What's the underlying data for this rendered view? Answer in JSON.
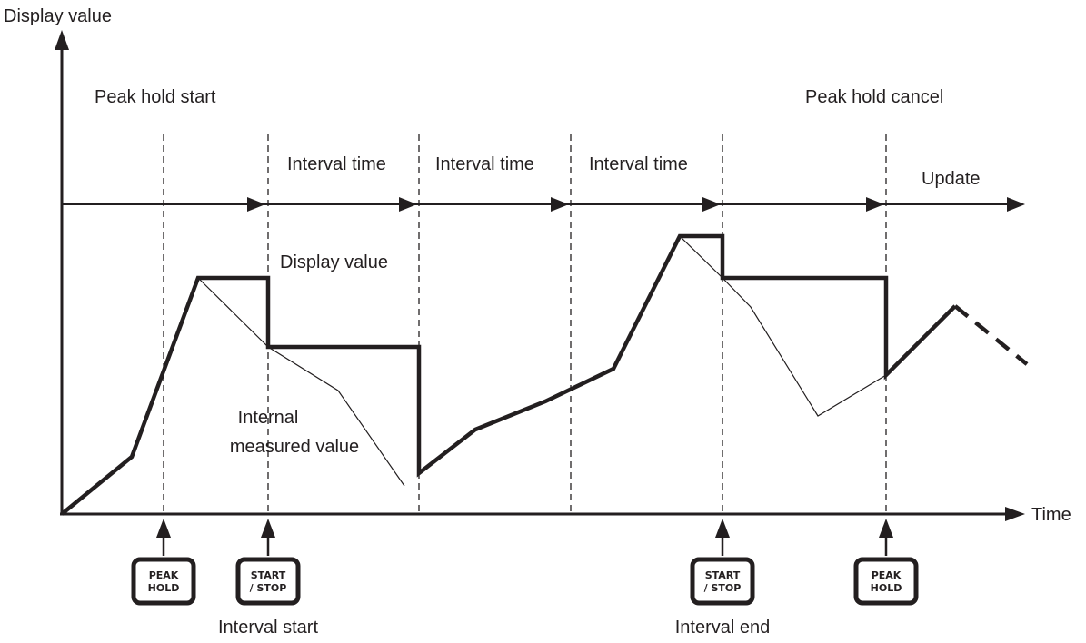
{
  "axes": {
    "y_label": "Display value",
    "x_label": "Time"
  },
  "annotations": {
    "peak_hold_start": "Peak hold start",
    "peak_hold_cancel": "Peak hold cancel",
    "interval_time_1": "Interval time",
    "interval_time_2": "Interval time",
    "interval_time_3": "Interval time",
    "update": "Update",
    "display_value": "Display value",
    "internal_value_line1": "Internal",
    "internal_value_line2": "measured value",
    "interval_start": "Interval start",
    "interval_end": "Interval end"
  },
  "keys": [
    {
      "id": "peak-hold-key-1",
      "line1": "PEAK",
      "line2": "HOLD"
    },
    {
      "id": "start-stop-key-1",
      "line1": "START",
      "line2": "/ STOP"
    },
    {
      "id": "start-stop-key-2",
      "line1": "START",
      "line2": "/ STOP"
    },
    {
      "id": "peak-hold-key-2",
      "line1": "PEAK",
      "line2": "HOLD"
    }
  ],
  "colors": {
    "ink": "#231f20",
    "background": "#ffffff"
  }
}
